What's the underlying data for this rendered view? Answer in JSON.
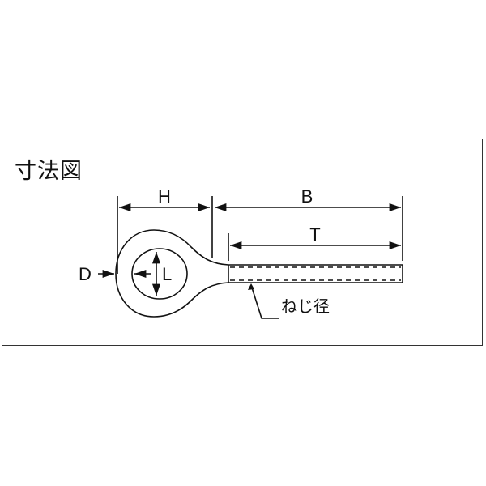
{
  "diagram": {
    "title": "寸法図",
    "labels": {
      "H": "H",
      "B": "B",
      "T": "T",
      "D": "D",
      "L": "L",
      "thread": "ねじ径"
    },
    "colors": {
      "line": "#111111",
      "frame": "#333333",
      "background": "#ffffff"
    }
  }
}
